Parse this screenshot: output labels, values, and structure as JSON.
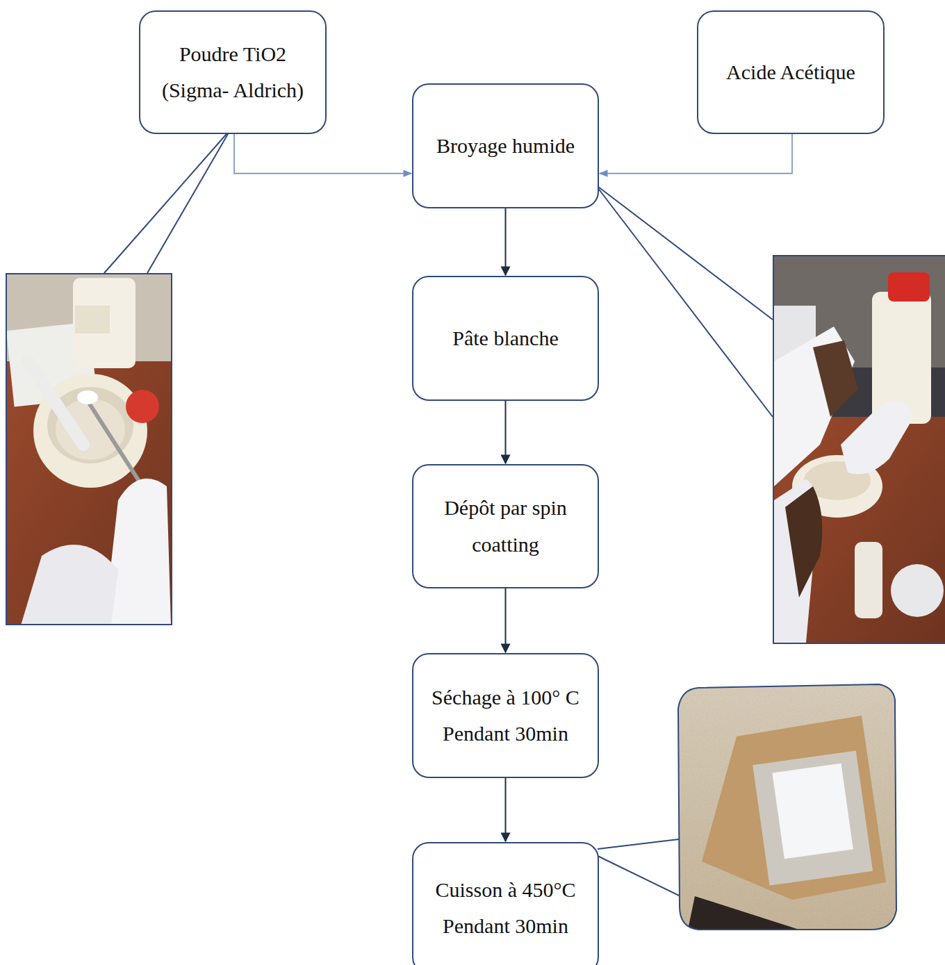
{
  "diagram": {
    "nodes": [
      {
        "text": [
          "Poudre TiO2 (Sigma- Aldrich)"
        ]
      },
      {
        "text": [
          "Acide Acétique"
        ]
      },
      {
        "text": [
          "Broyage humide"
        ]
      },
      {
        "text": [
          "Pâte blanche"
        ]
      },
      {
        "text": [
          "Dépôt par spin coatting"
        ]
      },
      {
        "text": [
          "Séchage à 100° C Pendant 30min"
        ]
      },
      {
        "text": [
          "Cuisson à 450°C Pendant 30min"
        ]
      }
    ],
    "edges": [
      {
        "from": 0,
        "to": 2,
        "arrow": "to"
      },
      {
        "from": 1,
        "to": 2,
        "arrow": "to"
      },
      {
        "from": 2,
        "to": 3,
        "arrow": "to"
      },
      {
        "from": 3,
        "to": 4,
        "arrow": "to"
      },
      {
        "from": 4,
        "to": 5,
        "arrow": "to"
      },
      {
        "from": 5,
        "to": 6,
        "arrow": "to"
      }
    ]
  }
}
